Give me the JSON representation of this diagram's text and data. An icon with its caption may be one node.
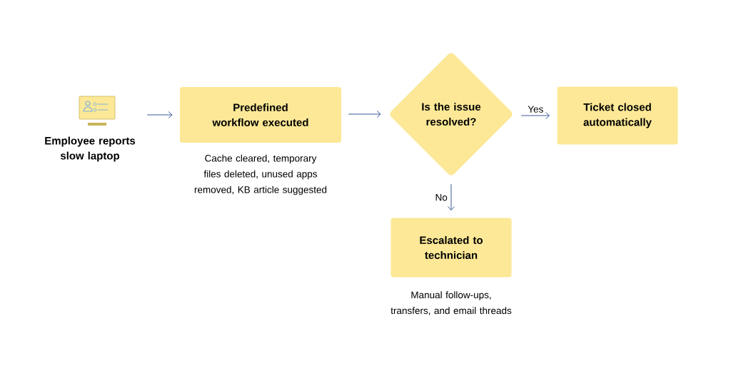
{
  "diagram": {
    "nodes": [
      {
        "text": [
          "Employee reports slow laptop"
        ]
      },
      {
        "text": [
          "Predefined workflow executed"
        ],
        "beside": [
          "Cache cleared, temporary files deleted, unused apps removed, KB article suggested"
        ]
      },
      {
        "text": [
          "Is the issue resolved?"
        ]
      },
      {
        "text": [
          "Ticket closed automatically"
        ]
      },
      {
        "text": [
          "Escalated to technician"
        ],
        "beside": [
          "Manual follow-ups, transfers, and email threads"
        ]
      }
    ],
    "edges": [
      {
        "from": 0,
        "to": 1,
        "arrow": "to"
      },
      {
        "from": 1,
        "to": 2,
        "arrow": "to"
      },
      {
        "from": 2,
        "to": 3,
        "arrow": "to",
        "label": "Yes"
      },
      {
        "from": 2,
        "to": 4,
        "arrow": "to",
        "label": "No"
      }
    ]
  }
}
